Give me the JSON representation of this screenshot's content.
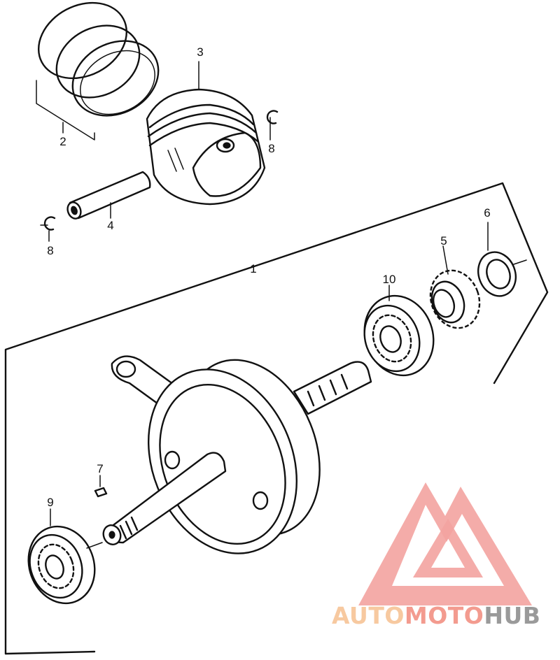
{
  "callouts": [
    {
      "id": "1",
      "label": "1"
    },
    {
      "id": "2",
      "label": "2"
    },
    {
      "id": "3",
      "label": "3"
    },
    {
      "id": "4",
      "label": "4"
    },
    {
      "id": "5",
      "label": "5"
    },
    {
      "id": "6",
      "label": "6"
    },
    {
      "id": "7",
      "label": "7"
    },
    {
      "id": "8a",
      "label": "8"
    },
    {
      "id": "8b",
      "label": "8"
    },
    {
      "id": "9",
      "label": "9"
    },
    {
      "id": "10",
      "label": "10"
    }
  ],
  "watermark": {
    "part_auto": "AUTO",
    "part_moto": "MOTO",
    "part_hub": "HUB",
    "colors": {
      "auto": "#f7c9a0",
      "moto": "#f39b8f",
      "hub": "#9a9a9a",
      "triangle": "#f3a3a0"
    }
  }
}
